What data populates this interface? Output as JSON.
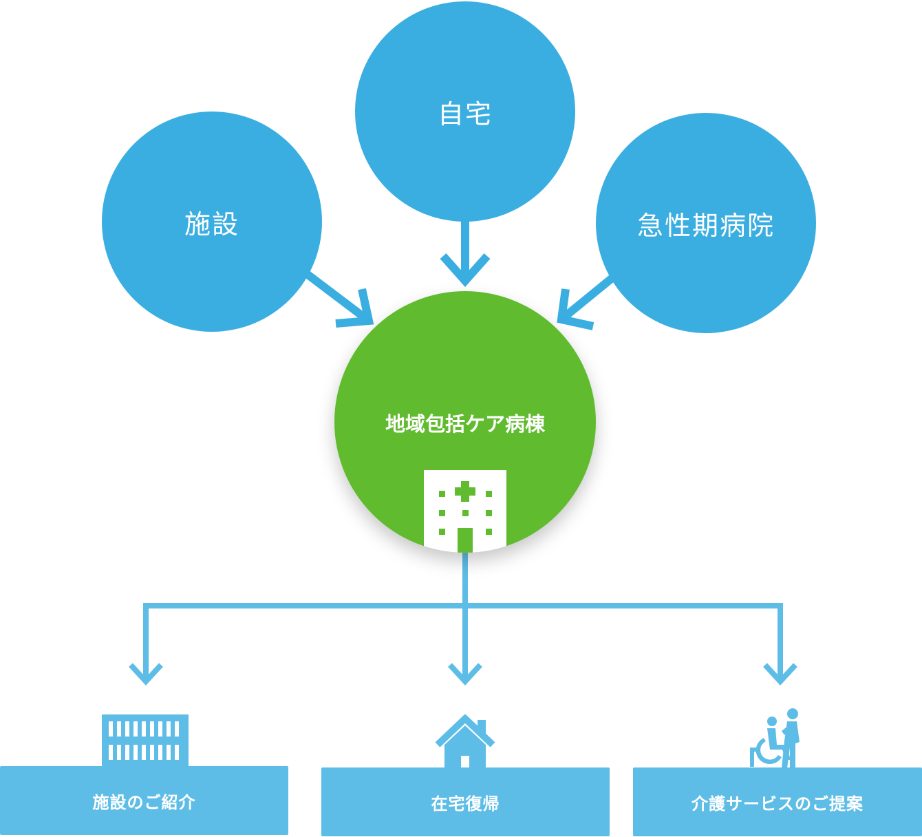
{
  "sources": {
    "home": "自宅",
    "facility": "施設",
    "hospital": "急性期病院"
  },
  "center": {
    "title": "地域包括ケア病棟",
    "icon": "hospital-building-icon"
  },
  "destinations": {
    "facility": {
      "label": "施設のご紹介",
      "icon": "facility-building-icon"
    },
    "home": {
      "label": "在宅復帰",
      "icon": "house-icon"
    },
    "care": {
      "label": "介護サービスのご提案",
      "icon": "wheelchair-caregiver-icon"
    }
  },
  "colors": {
    "source_circle": "#3aaee0",
    "center_circle": "#61bb2f",
    "destination_box": "#5ebde6",
    "arrow": "#3aaee0"
  }
}
